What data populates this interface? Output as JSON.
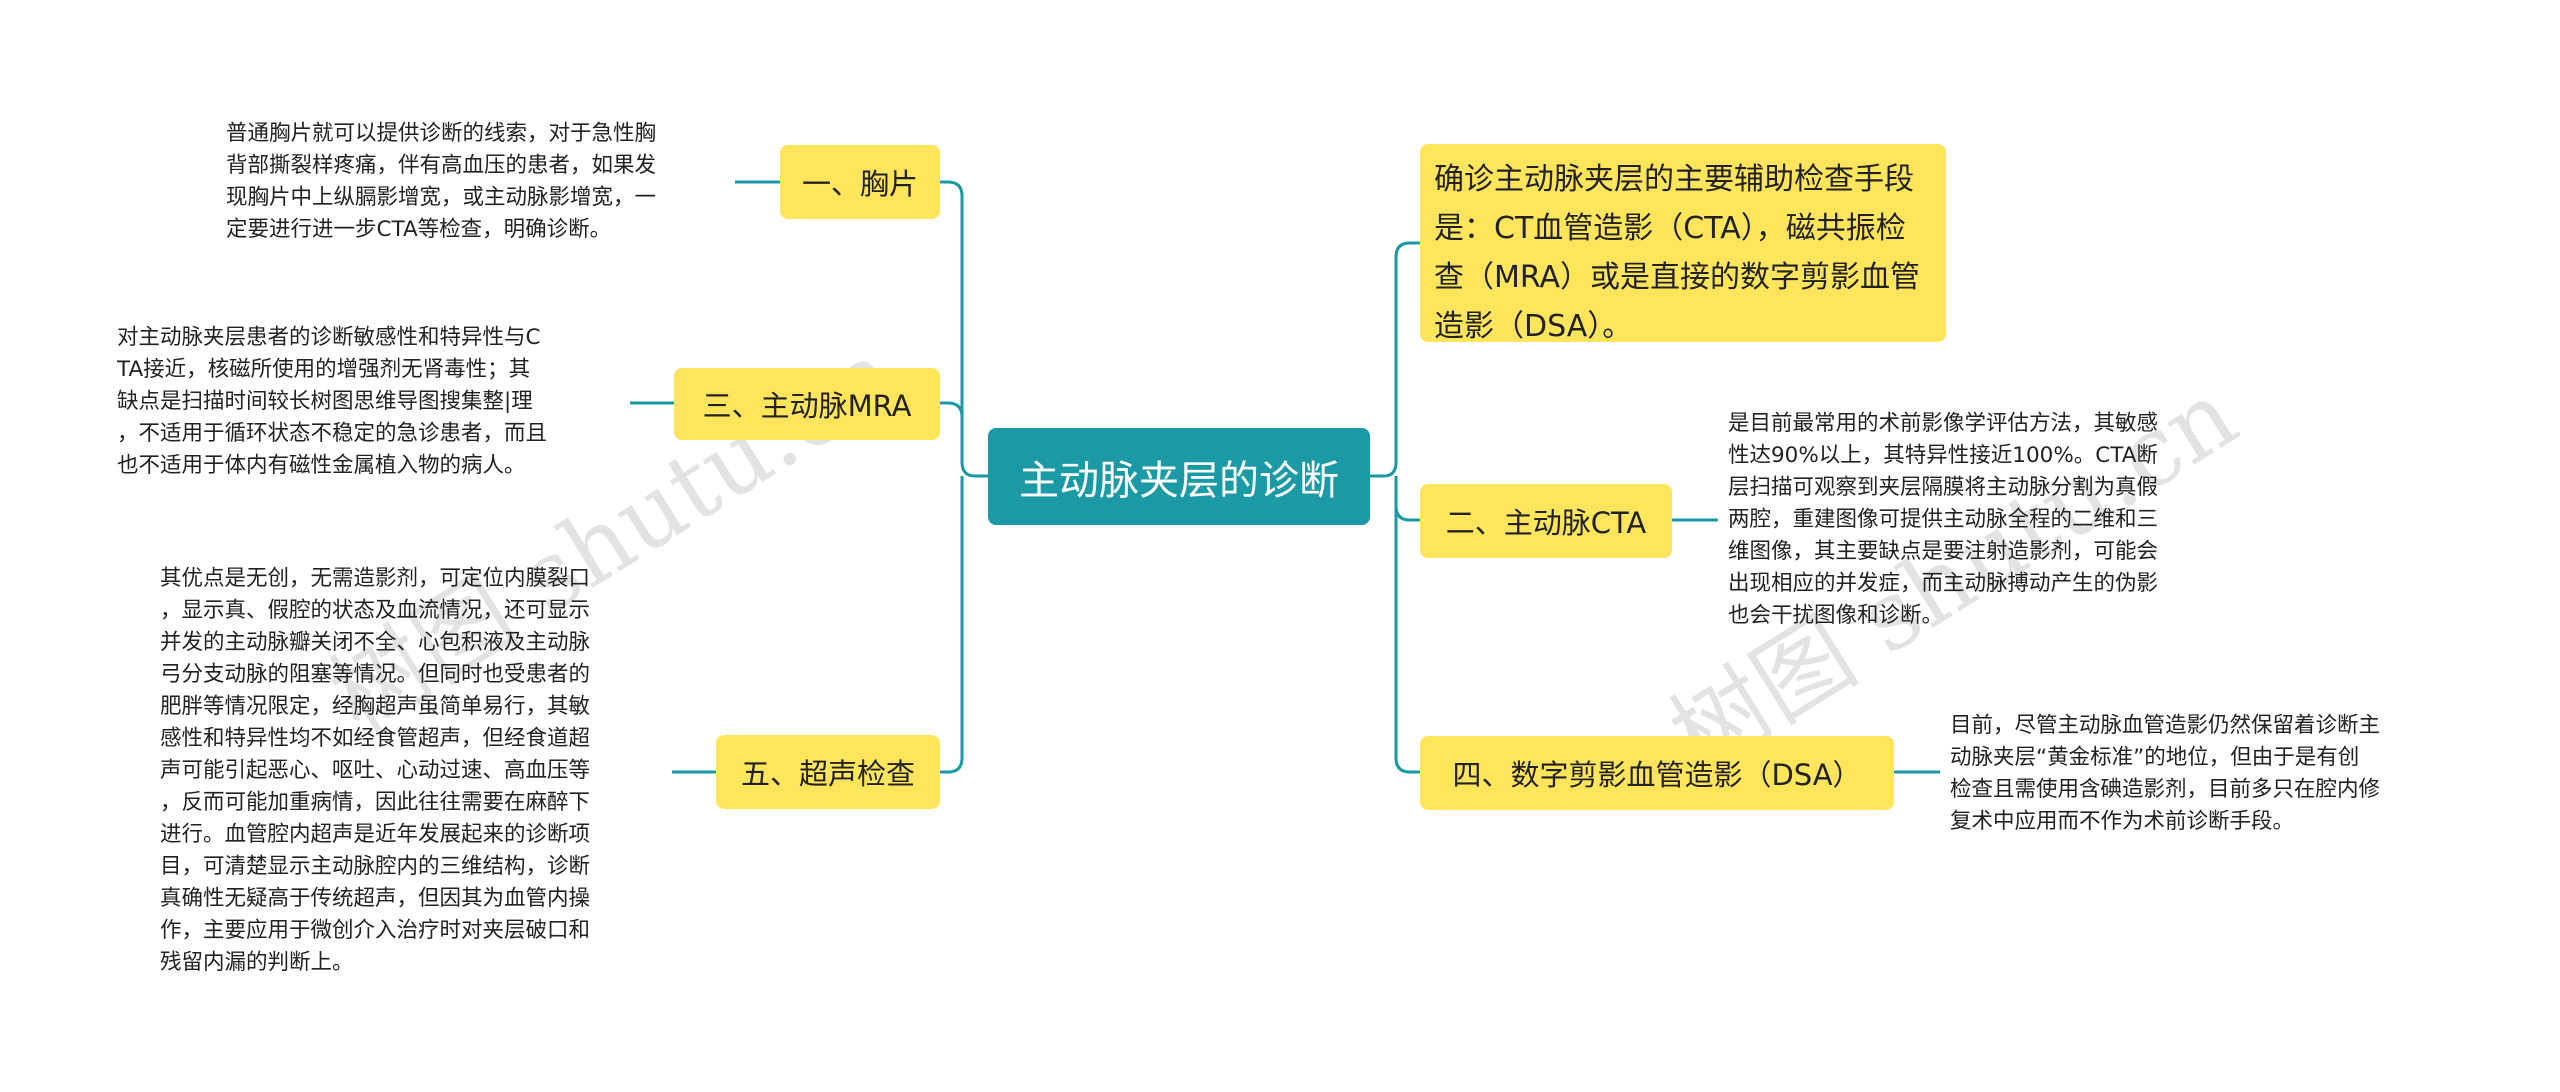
{
  "colors": {
    "root_bg": "#1b9aa6",
    "branch_bg": "#ffe55c",
    "line": "#1b9aa6",
    "text": "#222222"
  },
  "root": {
    "label": "主动脉夹层的诊断"
  },
  "branches": {
    "b1": {
      "label": "一、胸片",
      "note": "普通胸片就可以提供诊断的线索，对于急性胸\n背部撕裂样疼痛，伴有高血压的患者，如果发\n现胸片中上纵膈影增宽，或主动脉影增宽，一\n定要进行进一步CTA等检查，明确诊断。"
    },
    "b3": {
      "label": "三、主动脉MRA",
      "note": "对主动脉夹层患者的诊断敏感性和特异性与C\nTA接近，核磁所使用的增强剂无肾毒性；其\n缺点是扫描时间较长树图思维导图搜集整|理\n，不适用于循环状态不稳定的急诊患者，而且\n也不适用于体内有磁性金属植入物的病人。"
    },
    "b5": {
      "label": "五、超声检查",
      "note": "其优点是无创，无需造影剂，可定位内膜裂口\n，显示真、假腔的状态及血流情况，还可显示\n并发的主动脉瓣关闭不全、心包积液及主动脉\n弓分支动脉的阻塞等情况。但同时也受患者的\n肥胖等情况限定，经胸超声虽简单易行，其敏\n感性和特异性均不如经食管超声，但经食道超\n声可能引起恶心、呕吐、心动过速、高血压等\n，反而可能加重病情，因此往往需要在麻醉下\n进行。血管腔内超声是近年发展起来的诊断项\n目，可清楚显示主动脉腔内的三维结构，诊断\n真确性无疑高于传统超声，但因其为血管内操\n作，主要应用于微创介入治疗时对夹层破口和\n残留内漏的判断上。"
    },
    "summary": {
      "text": "确诊主动脉夹层的主要辅助检查手段是：CT血管造影（CTA），磁共振检查（MRA）或是直接的数字剪影血管造影（DSA）。"
    },
    "b2": {
      "label": "二、主动脉CTA",
      "note": "是目前最常用的术前影像学评估方法，其敏感\n性达90%以上，其特异性接近100%。CTA断\n层扫描可观察到夹层隔膜将主动脉分割为真假\n两腔，重建图像可提供主动脉全程的二维和三\n维图像，其主要缺点是要注射造影剂，可能会\n出现相应的并发症，而主动脉搏动产生的伪影\n也会干扰图像和诊断。"
    },
    "b4": {
      "label": "四、数字剪影血管造影（DSA）",
      "note": "目前，尽管主动脉血管造影仍然保留着诊断主\n动脉夹层“黄金标准”的地位，但由于是有创\n检查且需使用含碘造影剂，目前多只在腔内修\n复术中应用而不作为术前诊断手段。"
    }
  },
  "watermarks": [
    "树图 shutu.cn",
    "树图 shutu.cn"
  ]
}
